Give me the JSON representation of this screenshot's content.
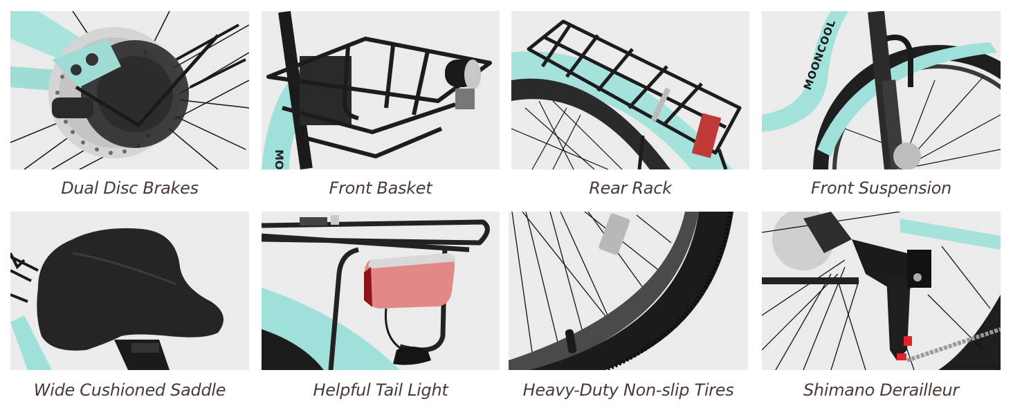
{
  "brand": {
    "logo_text": "MOONCOOL"
  },
  "colors": {
    "tile_background": "#ebebeb",
    "caption_text": "#4a3a36",
    "frame_mint": "#9fe0da",
    "metal_black": "#1c1c1c",
    "tail_light_red": "#e08585",
    "accent_red": "#e0242c"
  },
  "features": [
    {
      "title": "Dual Disc Brakes",
      "image": "disc-brake-rotor"
    },
    {
      "title": "Front Basket",
      "image": "front-basket-with-headlight"
    },
    {
      "title": "Rear Rack",
      "image": "rear-cargo-rack"
    },
    {
      "title": "Front Suspension",
      "image": "front-suspension-fork"
    },
    {
      "title": "Wide Cushioned Saddle",
      "image": "cushioned-saddle"
    },
    {
      "title": "Helpful Tail Light",
      "image": "rear-tail-light"
    },
    {
      "title": "Heavy-Duty Non-slip Tires",
      "image": "knobby-tire"
    },
    {
      "title": "Shimano Derailleur",
      "image": "rear-derailleur"
    }
  ]
}
